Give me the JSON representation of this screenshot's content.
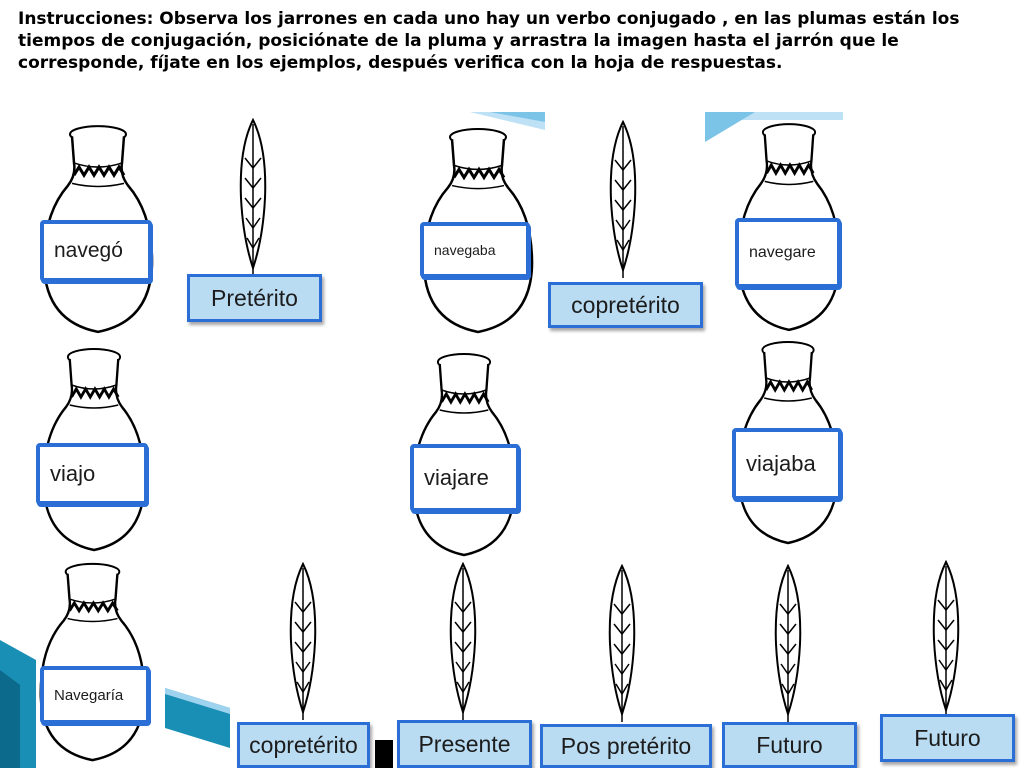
{
  "instructions": "Instrucciones: Observa los jarrones en cada uno hay un verbo  conjugado ,  en las plumas están los tiempos de conjugación, posiciónate de la pluma y arrastra la imagen hasta el jarrón que le corresponde, fíjate en los ejemplos,  después verifica con la hoja de respuestas.",
  "vases": [
    {
      "label": "navegó"
    },
    {
      "label": "navegaba"
    },
    {
      "label": "navegare"
    },
    {
      "label": "viajo"
    },
    {
      "label": "viajare"
    },
    {
      "label": "viajaba"
    },
    {
      "label": "Navegaría"
    }
  ],
  "feathers": [
    {
      "label": "Pretérito"
    },
    {
      "label": "copretérito"
    },
    {
      "label": "copretérito"
    },
    {
      "label": "Presente"
    },
    {
      "label": "Pos pretérito"
    },
    {
      "label": "Futuro"
    },
    {
      "label": "Futuro"
    }
  ],
  "colors": {
    "accent": "#2a6ed6",
    "label_fill": "#b9dcf3",
    "decor_teal": "#1a8fb5"
  }
}
